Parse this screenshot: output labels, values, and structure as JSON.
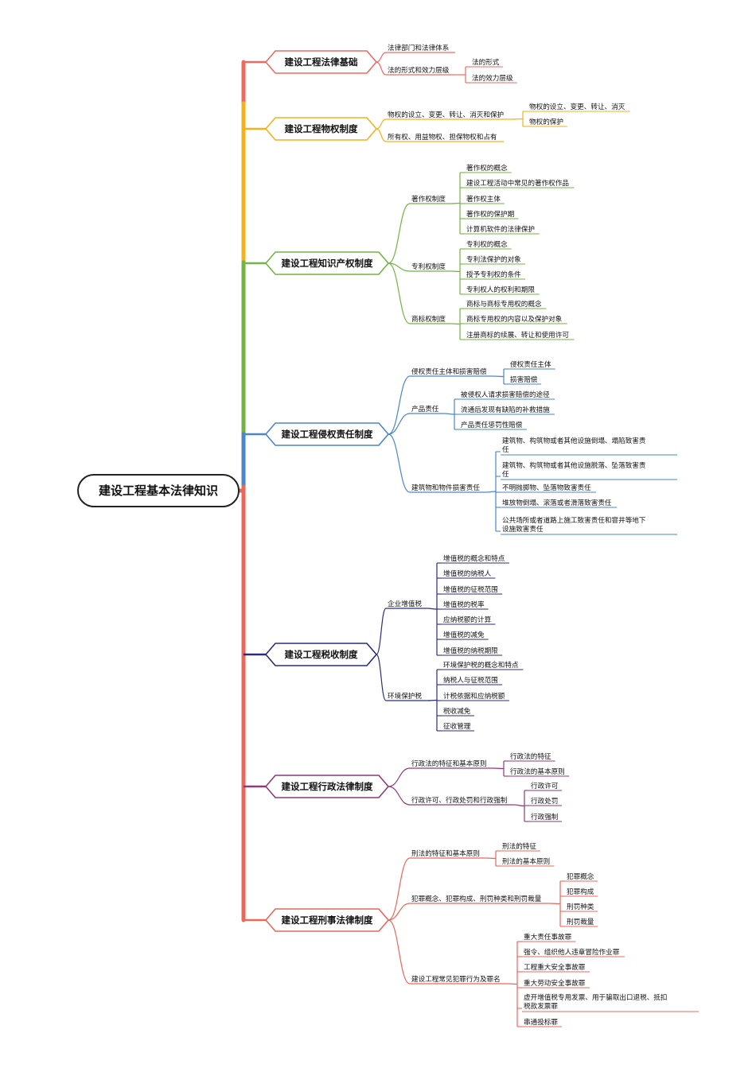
{
  "root": "建设工程基本法律知识",
  "branches": [
    {
      "label": "建设工程法律基础",
      "color": "#ee6a5e",
      "subs": [
        {
          "label": "法律部门和法律体系",
          "children": []
        },
        {
          "label": "法的形式和效力层级",
          "children": [
            "法的形式",
            "法的效力层级"
          ]
        }
      ]
    },
    {
      "label": "建设工程物权制度",
      "color": "#f2b21c",
      "subs": [
        {
          "label": "物权的设立、变更、转让、消灭和保护",
          "children": [
            "物权的设立、变更、转让、消灭",
            "物权的保护"
          ]
        },
        {
          "label": "所有权、用益物权、担保物权和占有",
          "children": []
        }
      ]
    },
    {
      "label": "建设工程知识产权制度",
      "color": "#72b443",
      "subs": [
        {
          "label": "著作权制度",
          "children": [
            "著作权的概念",
            "建设工程活动中常见的著作权作品",
            "著作权主体",
            "著作权的保护期",
            "计算机软件的法律保护"
          ]
        },
        {
          "label": "专利权制度",
          "children": [
            "专利权的概念",
            "专利法保护的对象",
            "授予专利权的条件",
            "专利权人的权利和期限"
          ]
        },
        {
          "label": "商标权制度",
          "children": [
            "商标与商标专用权的概念",
            "商标专用权的内容以及保护对象",
            "注册商标的续展、转让和使用许可"
          ]
        }
      ]
    },
    {
      "label": "建设工程侵权责任制度",
      "color": "#4a86c8",
      "subs": [
        {
          "label": "侵权责任主体和损害赔偿",
          "children": [
            "侵权责任主体",
            "损害赔偿"
          ]
        },
        {
          "label": "产品责任",
          "children": [
            "被侵权人请求损害赔偿的途径",
            "流通后发现有缺陷的补救措施",
            "产品责任惩罚性赔偿"
          ]
        },
        {
          "label": "建筑物和物件损害责任",
          "children": [
            "建筑物、构筑物或者其他设施倒塌、塌陷致害责任",
            "建筑物、构筑物或者其他设施脱落、坠落致害责任",
            "不明抛掷物、坠落物致害责任",
            "堆放物倒塌、滚落或者滑落致害责任",
            "公共场所或者道路上施工致害责任和窨井等地下设施致害责任"
          ]
        }
      ]
    },
    {
      "label": "建设工程税收制度",
      "color": "#2c2b7a",
      "subs": [
        {
          "label": "企业增值税",
          "children": [
            "增值税的概念和特点",
            "增值税的纳税人",
            "增值税的征税范围",
            "增值税的税率",
            "应纳税额的计算",
            "增值税的减免",
            "增值税的纳税期限"
          ]
        },
        {
          "label": "环境保护税",
          "children": [
            "环境保护税的概念和特点",
            "纳税人与征税范围",
            "计税依据和应纳税额",
            "税收减免",
            "征收管理"
          ]
        }
      ]
    },
    {
      "label": "建设工程行政法律制度",
      "color": "#8e3a78",
      "subs": [
        {
          "label": "行政法的特征和基本原则",
          "children": [
            "行政法的特征",
            "行政法的基本原则"
          ]
        },
        {
          "label": "行政许可、行政处罚和行政强制",
          "children": [
            "行政许可",
            "行政处罚",
            "行政强制"
          ]
        }
      ]
    },
    {
      "label": "建设工程刑事法律制度",
      "color": "#e8685a",
      "subs": [
        {
          "label": "刑法的特征和基本原则",
          "children": [
            "刑法的特征",
            "刑法的基本原则"
          ]
        },
        {
          "label": "犯罪概念、犯罪构成、刑罚种类和刑罚裁量",
          "children": [
            "犯罪概念",
            "犯罪构成",
            "刑罚种类",
            "刑罚裁量"
          ]
        },
        {
          "label": "建设工程常见犯罪行为及罪名",
          "children": [
            "重大责任事故罪",
            "强令、组织他人违章冒险作业罪",
            "工程重大安全事故罪",
            "重大劳动安全事故罪",
            "虚开增值税专用发票、用于骗取出口退税、抵扣税款发票罪",
            "串通投标罪"
          ]
        }
      ]
    }
  ]
}
